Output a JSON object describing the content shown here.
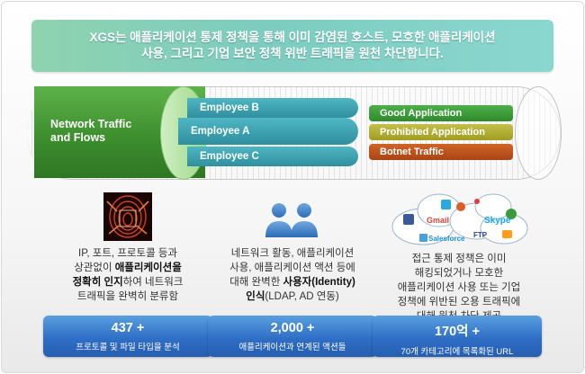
{
  "banner": {
    "line1": "XGS는 애플리케이션 통제 정책을 통해 이미 감염된 호스트, 모호한 애플리케이션",
    "line2": "사용, 그리고 기업 보안 정책 위반 트래픽을 원천 차단합니다."
  },
  "pipe": {
    "source_label_1": "Network Traffic",
    "source_label_2": "and Flows",
    "employees": [
      "Employee B",
      "Employee A",
      "Employee C"
    ],
    "applications": [
      "Good Application",
      "Prohibited Application",
      "Botnet Traffic"
    ],
    "colors": {
      "source": "#3d8f2e",
      "employee": "#2f8f9e",
      "good": "#2e8a2c",
      "prohibited": "#a19c22",
      "botnet": "#a94414"
    }
  },
  "columns": [
    {
      "icon": "fingerprint-icon",
      "lines": [
        "IP, 포트, 프로토콜 등과",
        "상관없이 ",
        "애플리케이션을",
        "정확히 인지",
        "하여 네트워크",
        "트래픽을 완벽히 분류함"
      ],
      "stat_value": "437 +",
      "stat_label": "프로토콜 및 파일 타입을 분석"
    },
    {
      "icon": "users-icon",
      "lines": [
        "네트워크 활동, 애플리케이션",
        "사용, 애플리케이션 액션 등에",
        "대해 완벽한 ",
        "사용자(Identity)",
        "인식",
        "(LDAP, AD 연동)"
      ],
      "stat_value": "2,000 +",
      "stat_label": "애플리케이션과 연계된 액션들"
    },
    {
      "icon": "cloud-apps-icon",
      "cloud_labels": [
        "Gmail",
        "Salesforce",
        "FTP",
        "Skype"
      ],
      "lines": [
        "접근 통제 정책은 이미",
        "해킹되었거나 모호한",
        "애플리케이션 사용 또는 기업",
        "정책에 위반된 오용 트래픽에",
        "대해 원천 차단 제공"
      ],
      "stat_value": "170억 +",
      "stat_label": "70개 카테고리에 목록화된 URL"
    }
  ]
}
